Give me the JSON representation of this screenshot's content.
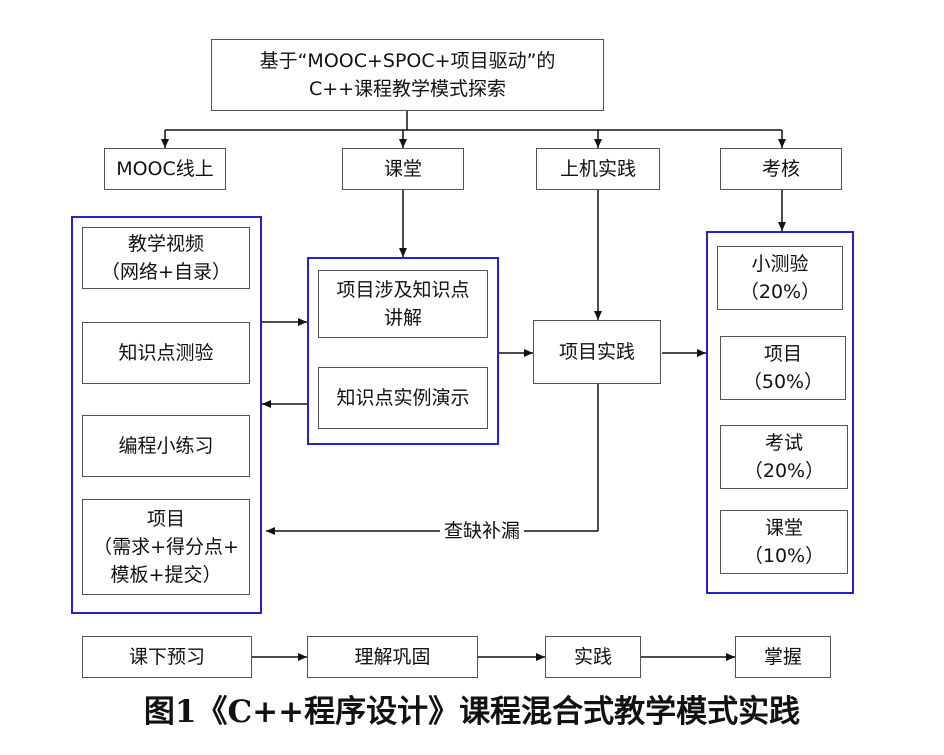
{
  "root": {
    "line1": "基于“MOOC+SPOC+项目驱动”的",
    "line2": "C++课程教学模式探索"
  },
  "branches": {
    "mooc": "MOOC线上",
    "class": "课堂",
    "lab": "上机实践",
    "assess": "考核"
  },
  "mooc_items": [
    {
      "line1": "教学视频",
      "line2": "（网络+自录）"
    },
    {
      "line1": "知识点测验"
    },
    {
      "line1": "编程小练习"
    },
    {
      "line1": "项目",
      "line2": "（需求+得分点+",
      "line3": "模板+提交）"
    }
  ],
  "class_items": [
    {
      "line1": "项目涉及知识点",
      "line2": "讲解"
    },
    {
      "line1": "知识点实例演示"
    }
  ],
  "practice": "项目实践",
  "feedback": "查缺补漏",
  "assess_items": [
    {
      "line1": "小测验",
      "line2": "（20%）"
    },
    {
      "line1": "项目",
      "line2": "（50%）"
    },
    {
      "line1": "考试",
      "line2": "（20%）"
    },
    {
      "line1": "课堂",
      "line2": "（10%）"
    }
  ],
  "flow": [
    "课下预习",
    "理解巩固",
    "实践",
    "掌握"
  ],
  "caption": "图1《C++程序设计》课程混合式教学模式实践"
}
